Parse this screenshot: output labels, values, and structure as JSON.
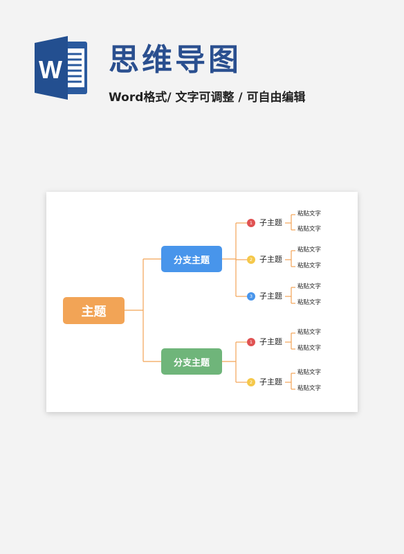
{
  "header": {
    "title": "思维导图",
    "subtitle": "Word格式/ 文字可调整 / 可自由编辑",
    "logo_letter": "W"
  },
  "mindmap": {
    "root": "主题",
    "branches": [
      {
        "label": "分支主题",
        "color": "#4895eb",
        "subtopics": [
          {
            "badge": "1",
            "badge_color": "#e05252",
            "label": "子主题",
            "leaves": [
              "粘贴文字",
              "粘贴文字"
            ]
          },
          {
            "badge": "2",
            "badge_color": "#f5c84a",
            "label": "子主题",
            "leaves": [
              "粘贴文字",
              "粘贴文字"
            ]
          },
          {
            "badge": "3",
            "badge_color": "#4895eb",
            "label": "子主题",
            "leaves": [
              "粘贴文字",
              "粘贴文字"
            ]
          }
        ]
      },
      {
        "label": "分支主题",
        "color": "#6fb57a",
        "subtopics": [
          {
            "badge": "1",
            "badge_color": "#e05252",
            "label": "子主题",
            "leaves": [
              "粘贴文字",
              "粘贴文字"
            ]
          },
          {
            "badge": "2",
            "badge_color": "#f5c84a",
            "label": "子主题",
            "leaves": [
              "粘贴文字",
              "粘贴文字"
            ]
          }
        ]
      }
    ],
    "root_color": "#f2a456",
    "line_color": "#f2a456"
  }
}
